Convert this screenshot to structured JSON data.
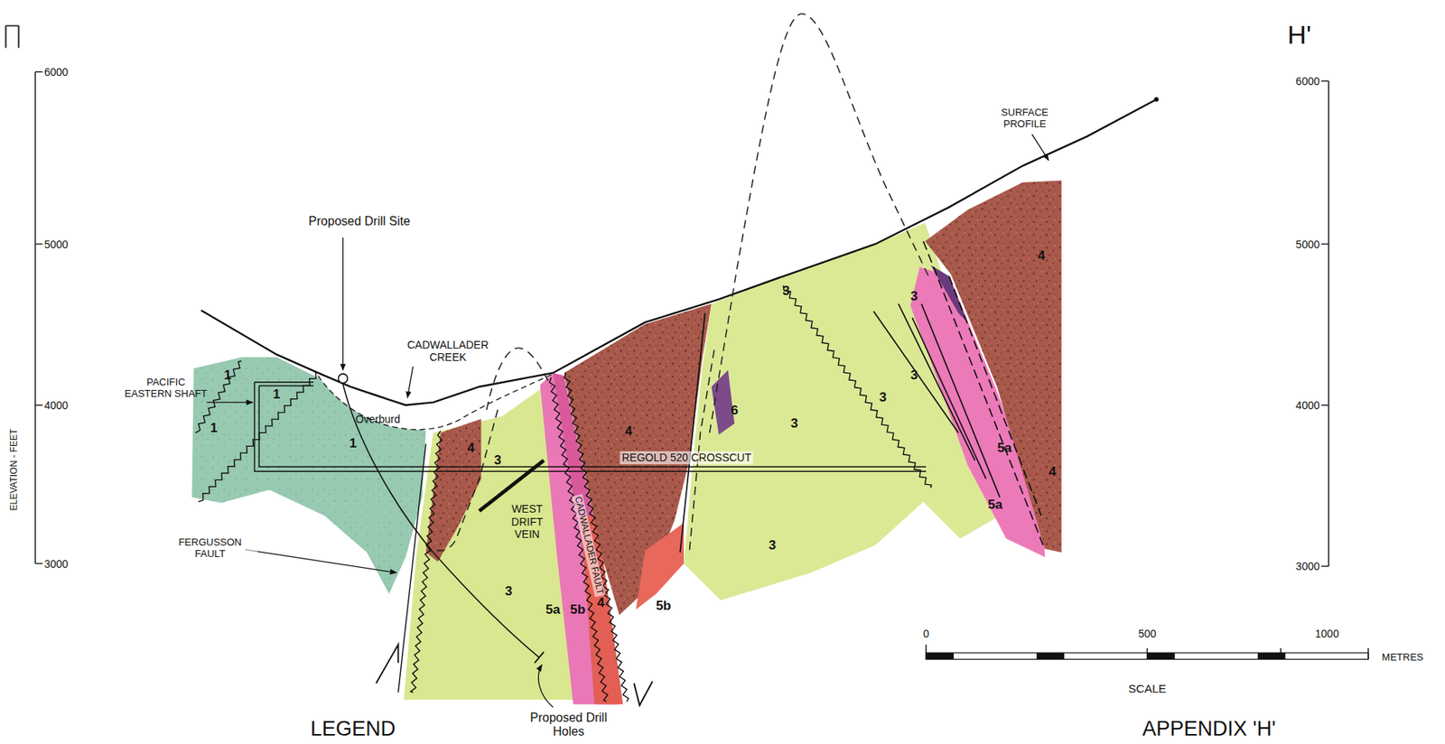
{
  "diagram": {
    "labels": [
      "H",
      "H'",
      "6000",
      "5000",
      "4000",
      "3000",
      "6000",
      "5000",
      "4000",
      "3000",
      "ELEVATION - FEET",
      "SURFACE PROFILE",
      "Proposed Drill Site",
      "CADWALLADER CREEK",
      "PACIFIC EASTERN SHAFT",
      "Overburd",
      "1",
      "1",
      "1",
      "1",
      "4",
      "3",
      "4",
      "6",
      "3",
      "3",
      "3",
      "3",
      "3",
      "4",
      "5a",
      "5a",
      "4",
      "3",
      "5a",
      "5b",
      "4",
      "5b",
      "3",
      "REGOLD 520 CROSSCUT",
      "WEST DRIFT VEIN",
      "CADWALLADER FAULT",
      "FERGUSSON FAULT",
      "Proposed Drill Holes",
      "0",
      "500",
      "1000",
      "METRES",
      "SCALE",
      "LEGEND",
      "APPENDIX 'H'"
    ]
  }
}
